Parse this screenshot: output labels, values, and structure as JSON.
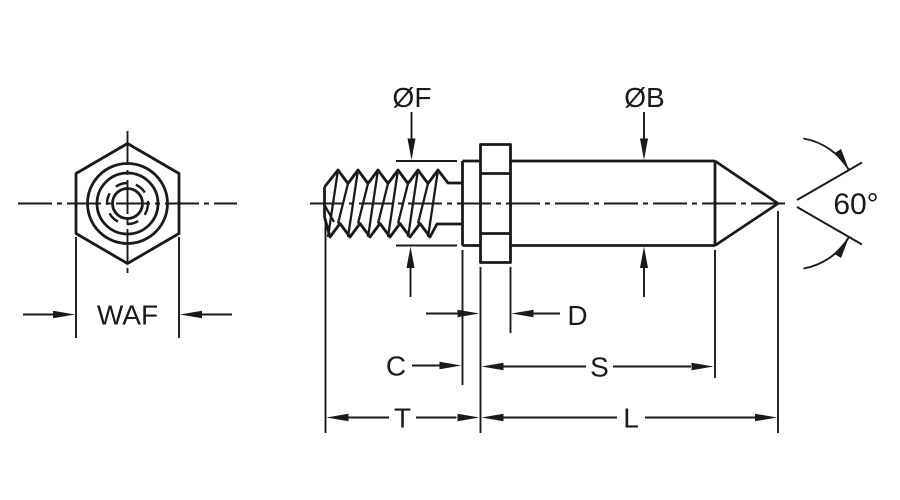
{
  "colors": {
    "ink": "#1a1a1a",
    "paper": "#ffffff"
  },
  "labels": {
    "waf": "WAF",
    "thread_dia": "ØF",
    "body_dia": "ØB",
    "point_angle": "60°",
    "c": "C",
    "d": "D",
    "s": "S",
    "t": "T",
    "l": "L"
  }
}
